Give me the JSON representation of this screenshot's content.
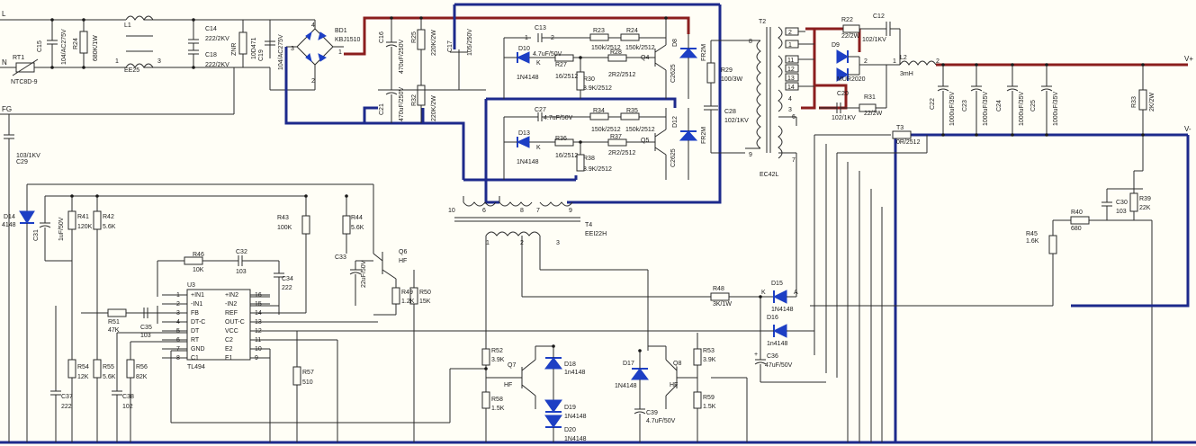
{
  "ports": {
    "l_in": "L",
    "n_in": "N",
    "fg": "FG",
    "vout_pos": "V+",
    "vout_neg": "V-"
  },
  "labels": {
    "rt1": "RT1",
    "rt1_val": "NTC8D-9",
    "c15": "C15",
    "c15_val": "104/AC275V",
    "r24": "R24",
    "r24_val": "680K/1W",
    "l1": "L1",
    "l1_core": "EE25",
    "c14": "C14",
    "c14_val": "222/2KV",
    "c18": "C18",
    "c18_val": "222/2KV",
    "znr": "ZNR",
    "znr_val": "10D471",
    "c19": "C19",
    "c19_val": "104/AC275V",
    "bd1": "BD1",
    "bd1_val": "KBJ1510",
    "c16": "C16",
    "c16_val": "470uF/250V",
    "c21": "C21",
    "c21_val": "470uF/250V",
    "r25": "R25",
    "r25_val": "220K/2W",
    "r32": "R32",
    "r32_val": "220K/2W",
    "c17": "C17",
    "c17_val": "105/250V",
    "c13": "C13",
    "c13_val": "4.7uF/50V",
    "c27": "C27",
    "c27_val": "4.7uF/50V",
    "d10": "D10",
    "d10_val": "1N4148",
    "d13": "D13",
    "d13_val": "1N4148",
    "r27": "R27",
    "r27_val": "16/2512",
    "r36": "R36",
    "r36_val": "16/2512",
    "r23": "R23",
    "r23_val": "150k/2512",
    "r24b": "R24",
    "r24b_val": "150k/2512",
    "r34": "R34",
    "r34_val": "150k/2512",
    "r35": "R35",
    "r35_val": "150k/2512",
    "r28": "R28",
    "r28_val": "2R2/2512",
    "r37": "R37",
    "r37_val": "2R2/2512",
    "r30": "R30",
    "r30_val": "3.9K/2512",
    "r38": "R38",
    "r38_val": "3.9K/2512",
    "q4": "Q4",
    "q4_val": "C2625",
    "q5": "Q5",
    "q5_val": "C2625",
    "d8": "D8",
    "d8_val": "FR2M",
    "d12": "D12",
    "d12_val": "FR2M",
    "r29": "R29",
    "r29_val": "100/3W",
    "c28": "C28",
    "c28_val": "102/1KV",
    "t2": "T2",
    "t2_core": "EC42L",
    "r22": "R22",
    "r22_val": "22/2W",
    "c12": "C12",
    "c12_val": "102/1KV",
    "d9": "D9",
    "d9_val": "MUR2020",
    "c20": "C20",
    "c20_val": "102/1KV",
    "r31": "R31",
    "r31_val": "22/2W",
    "l2": "L2",
    "l2_val": "3mH",
    "c22": "C22",
    "c22_val": "1000uF/35V",
    "c23": "C23",
    "c23_val": "1000uF/35V",
    "c24": "C24",
    "c24_val": "1000uF/35V",
    "c25": "C25",
    "c25_val": "1000uF/35V",
    "r33": "R33",
    "r33_val": "2K/2W",
    "t3": "T3",
    "t3_val": "0R/2512",
    "c30": "C30",
    "c30_val": "103",
    "r39": "R39",
    "r39_val": "22K",
    "r40": "R40",
    "r40_val": "680",
    "r45": "R45",
    "r45_val": "1.6K",
    "c29": "C29",
    "c29_val": "103/1KV",
    "d14": "D14",
    "d14_val": "4148",
    "c31": "C31",
    "c31_val": "1uF/50V",
    "r41": "R41",
    "r41_val": "120K",
    "r42": "R42",
    "r42_val": "5.6K",
    "r43": "R43",
    "r43_val": "100K",
    "r44": "R44",
    "r44_val": "5.6K",
    "r46": "R46",
    "r46_val": "10K",
    "c32": "C32",
    "c32_val": "103",
    "c34": "C34",
    "c34_val": "222",
    "c33": "C33",
    "c33_val": "22uF/50V",
    "q6": "Q6",
    "q6_val": "HF",
    "r49": "R49",
    "r49_val": "1.2K",
    "r50": "R50",
    "r50_val": "15K",
    "u3": "U3",
    "u3_val": "TL494",
    "r51": "R51",
    "r51_val": "47K",
    "c35": "C35",
    "c35_val": "103",
    "r54": "R54",
    "r54_val": "12K",
    "r55": "R55",
    "r55_val": "5.6K",
    "r56": "R56",
    "r56_val": "82K",
    "c38": "C38",
    "c38_val": "102",
    "c37": "C37",
    "c37_val": "222",
    "r57": "R57",
    "r57_val": "510",
    "t4": "T4",
    "t4_core": "EEI22H",
    "r48": "R48",
    "r48_val": "3K/1W",
    "d15": "D15",
    "d15_val": "1N4148",
    "d16": "D16",
    "d16_val": "1n4148",
    "c36": "C36",
    "c36_val": "47uF/50V",
    "r52": "R52",
    "r52_val": "3.9K",
    "r53": "R53",
    "r53_val": "3.9K",
    "q7": "Q7",
    "q7_val": "HF",
    "q8": "Q8",
    "q8_val": "HF",
    "d18": "D18",
    "d18_val": "1n4148",
    "d17": "D17",
    "d17_val": "1N4148",
    "r58": "R58",
    "r58_val": "1.5K",
    "r59": "R59",
    "r59_val": "1.5K",
    "d19": "D19",
    "d19_val": "1N4148",
    "d20": "D20",
    "d20_val": "1N4148",
    "c39": "C39",
    "c39_val": "4.7uF/50V"
  },
  "tl494_pins_left": [
    {
      "num": "1",
      "name": "+IN1"
    },
    {
      "num": "2",
      "name": "-IN1"
    },
    {
      "num": "3",
      "name": "FB"
    },
    {
      "num": "4",
      "name": "DT-C"
    },
    {
      "num": "5",
      "name": "DT"
    },
    {
      "num": "6",
      "name": "RT"
    },
    {
      "num": "7",
      "name": "GND"
    },
    {
      "num": "8",
      "name": "C1"
    }
  ],
  "tl494_pins_right": [
    {
      "num": "16",
      "name": "+IN2"
    },
    {
      "num": "15",
      "name": "-IN2"
    },
    {
      "num": "14",
      "name": "REF"
    },
    {
      "num": "13",
      "name": "OUT-C"
    },
    {
      "num": "12",
      "name": "VCC"
    },
    {
      "num": "11",
      "name": "C2"
    },
    {
      "num": "10",
      "name": "E2"
    },
    {
      "num": "9",
      "name": "E1"
    }
  ],
  "pin_nums": {
    "p1": "1",
    "p2": "2",
    "p3": "3",
    "p4": "4",
    "p5": "5",
    "p6": "6",
    "p7": "7",
    "p8": "8",
    "p9": "9",
    "p10": "10",
    "p11": "11",
    "p12": "12",
    "p13": "13",
    "p14": "14",
    "p15": "15",
    "k": "K",
    "a": "A",
    "plus": "+"
  }
}
